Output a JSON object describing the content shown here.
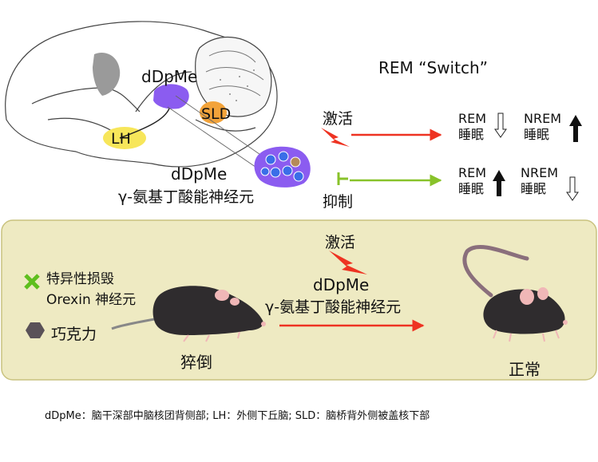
{
  "colors": {
    "panel_fill": "#eeeac2",
    "panel_border": "#c9c27e",
    "ddpme_purple": "#8b5cf0",
    "neuron_blue": "#3a6ee8",
    "neuron_tan": "#b58a5a",
    "sld_orange": "#f2a33a",
    "lh_yellow": "#f7e65a",
    "activate_red": "#ee3322",
    "inhibit_green": "#88c22a",
    "knockout_green": "#5fbf1e",
    "chocolate_gray": "#5a5258",
    "mouse_body": "#2f2c2e",
    "mouse_ear": "#f0b7b7"
  },
  "brain": {
    "ddpme_label": "dDpMe",
    "sld_label": "SLD",
    "lh_label": "LH",
    "zoom_label": "dDpMe",
    "zoom_sublabel": "γ-氨基丁酸能神经元"
  },
  "switch_title": "REM “Switch”",
  "activation": {
    "label": "激活",
    "rem": "REM",
    "rem_sleep": "睡眠",
    "rem_arrow": "hollow-down-arrow-icon",
    "nrem": "NREM",
    "nrem_sleep": "睡眠",
    "nrem_arrow": "solid-up-arrow-icon"
  },
  "inhibition": {
    "label": "抑制",
    "rem": "REM",
    "rem_sleep": "睡眠",
    "rem_arrow": "solid-up-arrow-icon",
    "nrem": "NREM",
    "nrem_sleep": "睡眠",
    "nrem_arrow": "hollow-down-arrow-icon"
  },
  "panel": {
    "ablation_line1": "特异性损毁",
    "ablation_line2": "Orexin 神经元",
    "chocolate": "巧克力",
    "cataplexy": "猝倒",
    "activate": "激活",
    "target_line1": "dDpMe",
    "target_line2": "γ-氨基丁酸能神经元",
    "normal": "正常"
  },
  "caption": "dDpMe：脑干深部中脑核团背侧部; LH：外侧下丘脑; SLD：脑桥背外侧被盖核下部"
}
